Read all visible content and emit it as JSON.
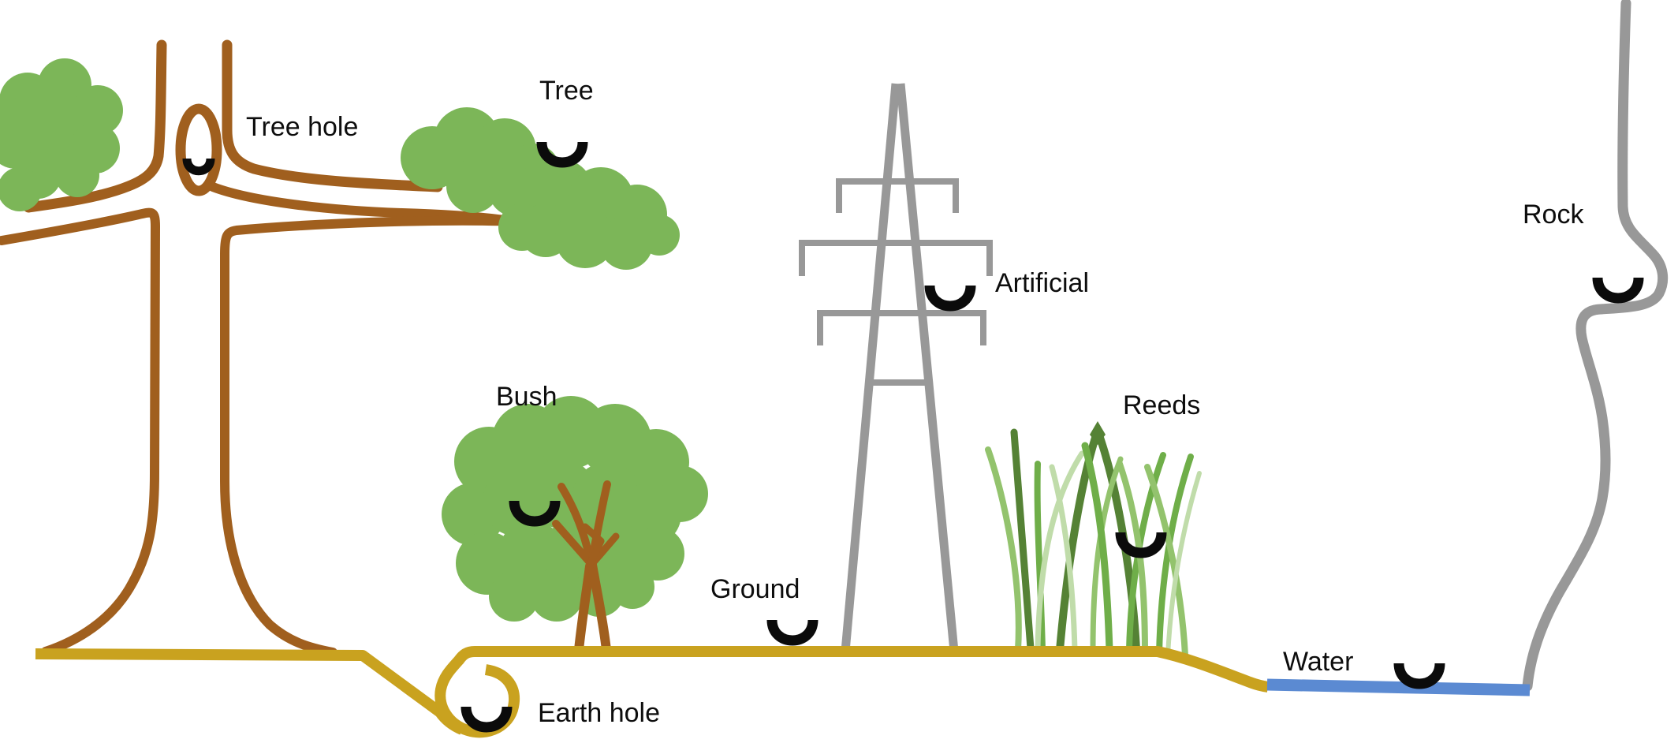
{
  "figure": {
    "kind": "nest-site illustration",
    "sites": [
      {
        "id": "tree-hole",
        "label": "Tree hole"
      },
      {
        "id": "tree",
        "label": "Tree"
      },
      {
        "id": "bush",
        "label": "Bush"
      },
      {
        "id": "earth-hole",
        "label": "Earth hole"
      },
      {
        "id": "ground",
        "label": "Ground"
      },
      {
        "id": "artificial",
        "label": "Artificial"
      },
      {
        "id": "reeds",
        "label": "Reeds"
      },
      {
        "id": "water",
        "label": "Water"
      },
      {
        "id": "rock",
        "label": "Rock"
      }
    ],
    "icons": {
      "nest_cup": "thick black half-circle cup, open side up, marking each nest site"
    },
    "colors": {
      "foliage_green": "#7cb658",
      "trunk_brown": "#a05f1e",
      "ground_gold": "#c9a21f",
      "water_blue": "#5b8ad2",
      "structure_gray": "#989898",
      "nest_black": "#0b0b0b",
      "reed_light": "#93c36d",
      "reed_mid": "#6fae49",
      "reed_dark": "#558235",
      "reed_pale": "#c0dcaa"
    }
  }
}
